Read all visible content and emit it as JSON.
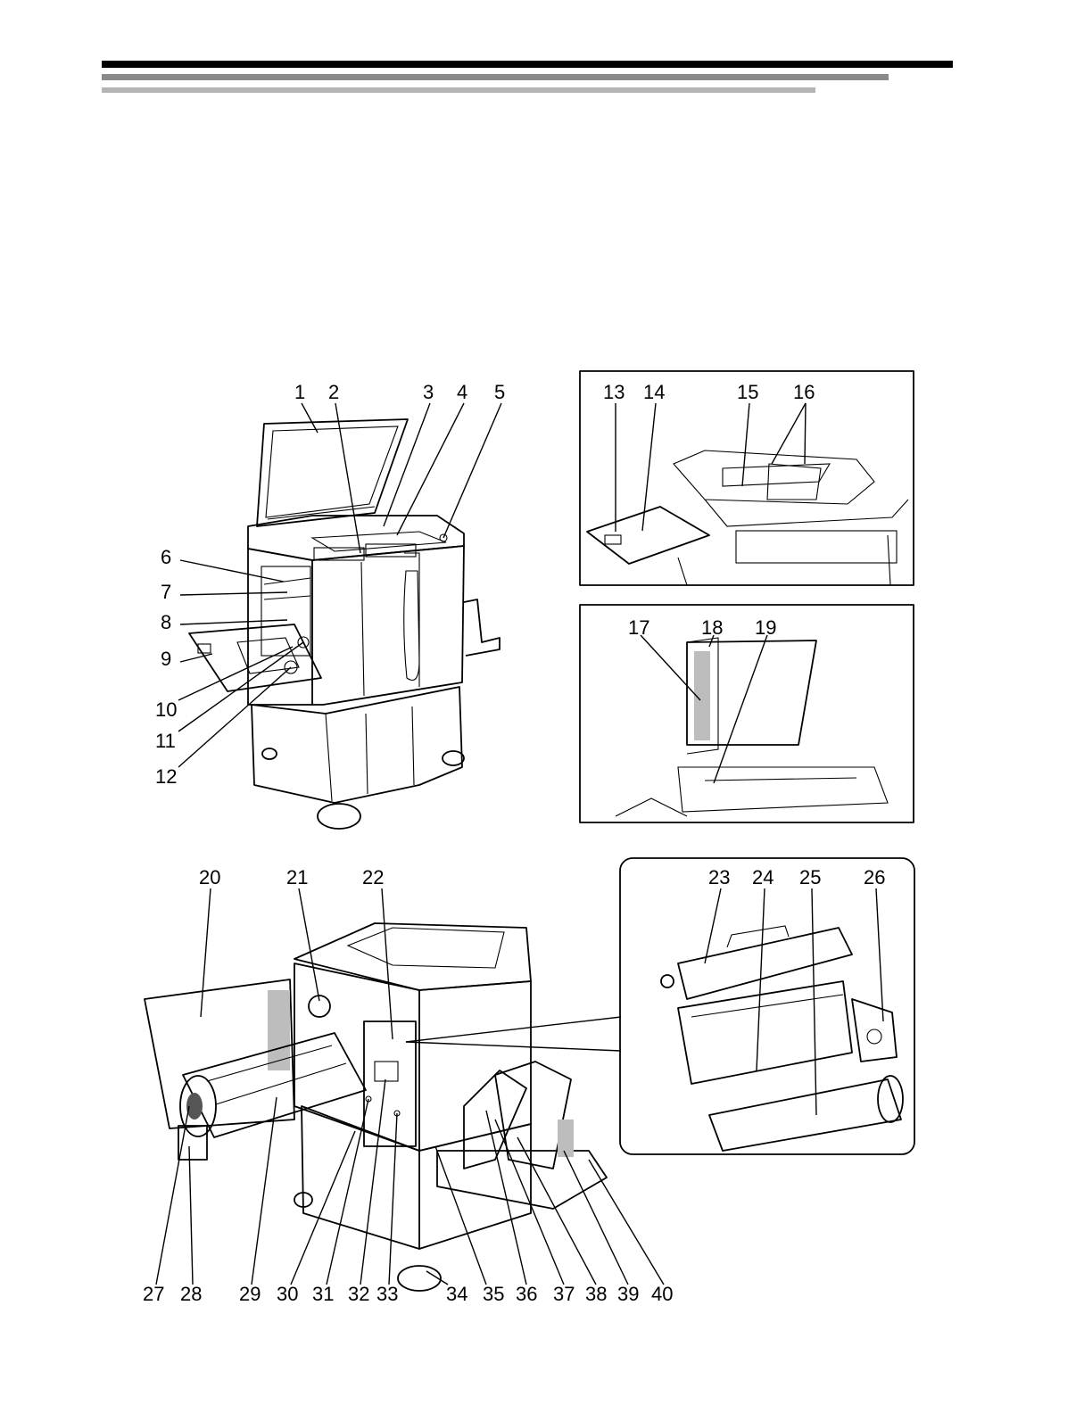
{
  "header": {
    "accent_black": "#000000",
    "accent_dark_gray": "#8a8a8a",
    "accent_light_gray": "#b4b4b4"
  },
  "callouts": {
    "c1": "1",
    "c2": "2",
    "c3": "3",
    "c4": "4",
    "c5": "5",
    "c6": "6",
    "c7": "7",
    "c8": "8",
    "c9": "9",
    "c10": "10",
    "c11": "11",
    "c12": "12",
    "c13": "13",
    "c14": "14",
    "c15": "15",
    "c16": "16",
    "c17": "17",
    "c18": "18",
    "c19": "19",
    "c20": "20",
    "c21": "21",
    "c22": "22",
    "c23": "23",
    "c24": "24",
    "c25": "25",
    "c26": "26",
    "c27": "27",
    "c28": "28",
    "c29": "29",
    "c30": "30",
    "c31": "31",
    "c32": "32",
    "c33": "33",
    "c34": "34",
    "c35": "35",
    "c36": "36",
    "c37": "37",
    "c38": "38",
    "c39": "39",
    "c40": "40"
  }
}
